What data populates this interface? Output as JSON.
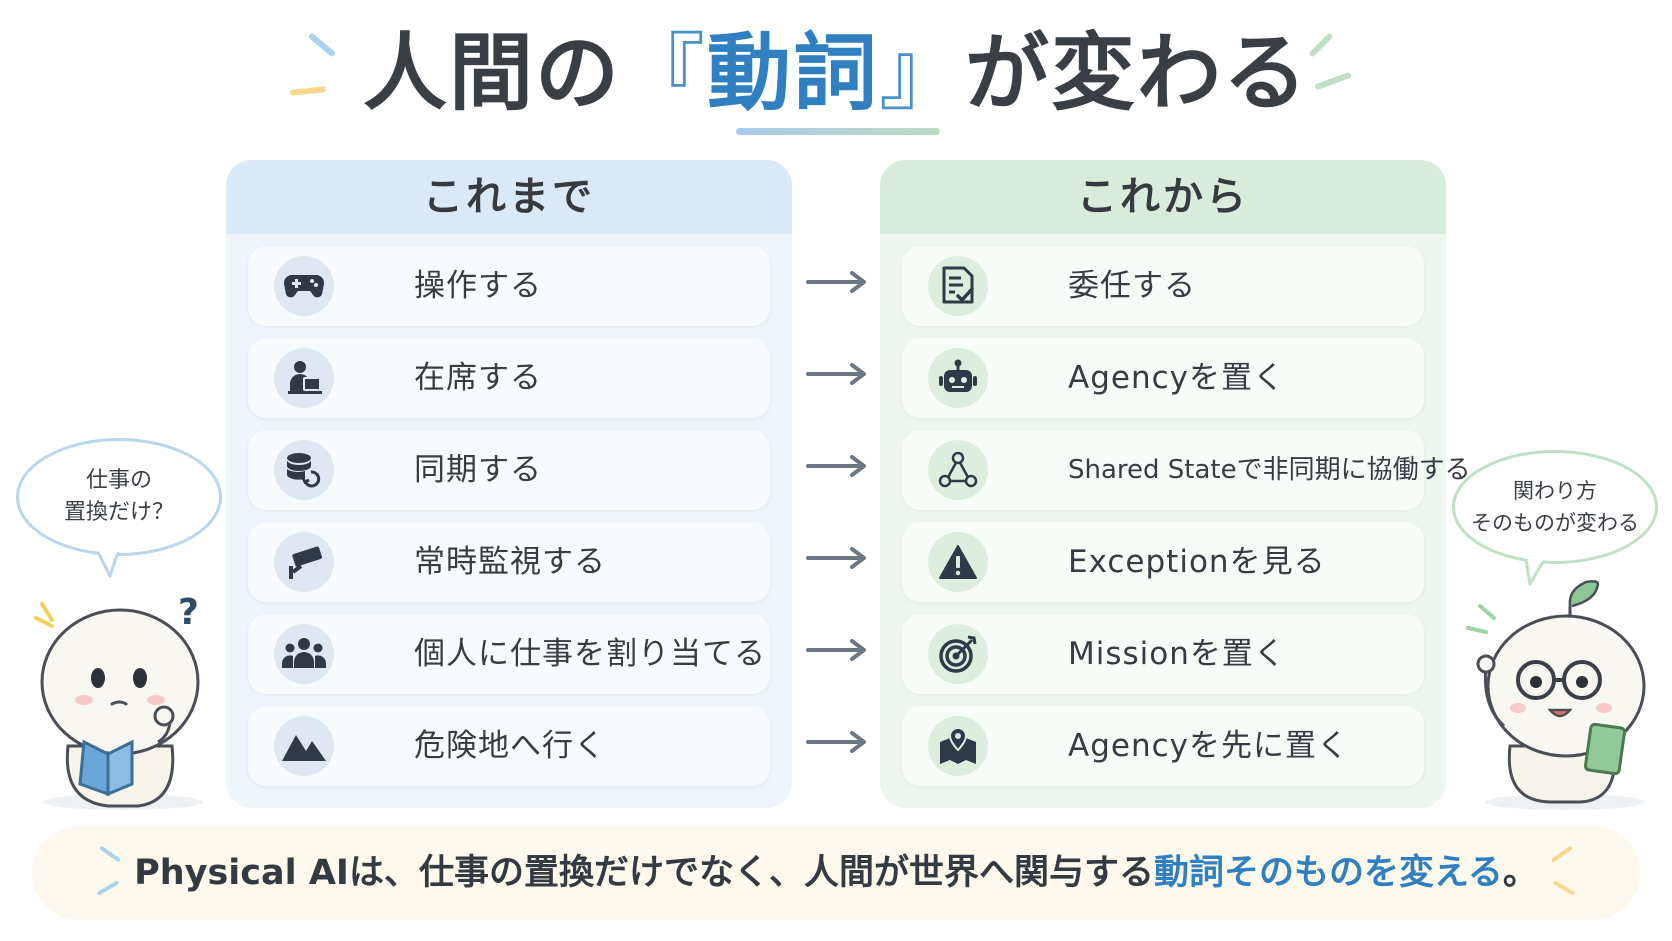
{
  "title": {
    "pre": "人間の",
    "bracket_open": "『",
    "accent": "動詞",
    "bracket_close": "』",
    "post": "が変わる"
  },
  "left_panel": {
    "heading": "これまで",
    "items": [
      {
        "label": "操作する",
        "icon": "gamepad-icon"
      },
      {
        "label": "在席する",
        "icon": "person-at-laptop-icon"
      },
      {
        "label": "同期する",
        "icon": "database-sync-icon"
      },
      {
        "label": "常時監視する",
        "icon": "security-camera-icon"
      },
      {
        "label": "個人に仕事を割り当てる",
        "icon": "people-group-icon"
      },
      {
        "label": "危険地へ行く",
        "icon": "mountain-icon"
      }
    ]
  },
  "right_panel": {
    "heading": "これから",
    "items": [
      {
        "label": "委任する",
        "icon": "checklist-document-icon"
      },
      {
        "label": "Agencyを置く",
        "icon": "robot-icon"
      },
      {
        "label": "Shared Stateで非同期に協働する",
        "icon": "network-nodes-icon"
      },
      {
        "label": "Exceptionを見る",
        "icon": "warning-triangle-icon"
      },
      {
        "label": "Missionを置く",
        "icon": "target-icon"
      },
      {
        "label": "Agencyを先に置く",
        "icon": "map-pin-icon"
      }
    ]
  },
  "bubble_left": {
    "line1": "仕事の",
    "line2": "置換だけ？"
  },
  "bubble_right": {
    "line1": "関わり方",
    "line2": "そのものが変わる"
  },
  "question_mark": "?",
  "banner": {
    "text": "Physical AIは、仕事の置換だけでなく、人間が世界へ関与する",
    "highlight": "動詞そのものを変える",
    "end": "。"
  },
  "colors": {
    "accent_blue": "#2f7fc1",
    "left_panel_bg": "#eef5fc",
    "right_panel_bg": "#eef7ef",
    "banner_bg": "#fdf9ec",
    "icon_dark": "#2f3a48"
  }
}
